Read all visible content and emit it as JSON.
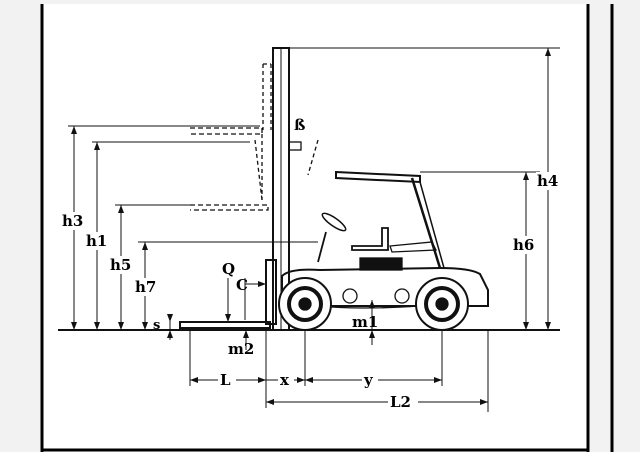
{
  "diagram": {
    "labels": {
      "h3": "h3",
      "h1": "h1",
      "h5": "h5",
      "h7": "h7",
      "h4": "h4",
      "h6": "h6",
      "beta": "ß",
      "q": "Q",
      "c": "C",
      "s": "s",
      "m1": "m1",
      "m2": "m2",
      "l": "L",
      "x": "x",
      "y": "y",
      "l2": "L2"
    },
    "colors": {
      "ink": "#111111",
      "paper": "#ffffff",
      "frame": "#000000"
    }
  }
}
